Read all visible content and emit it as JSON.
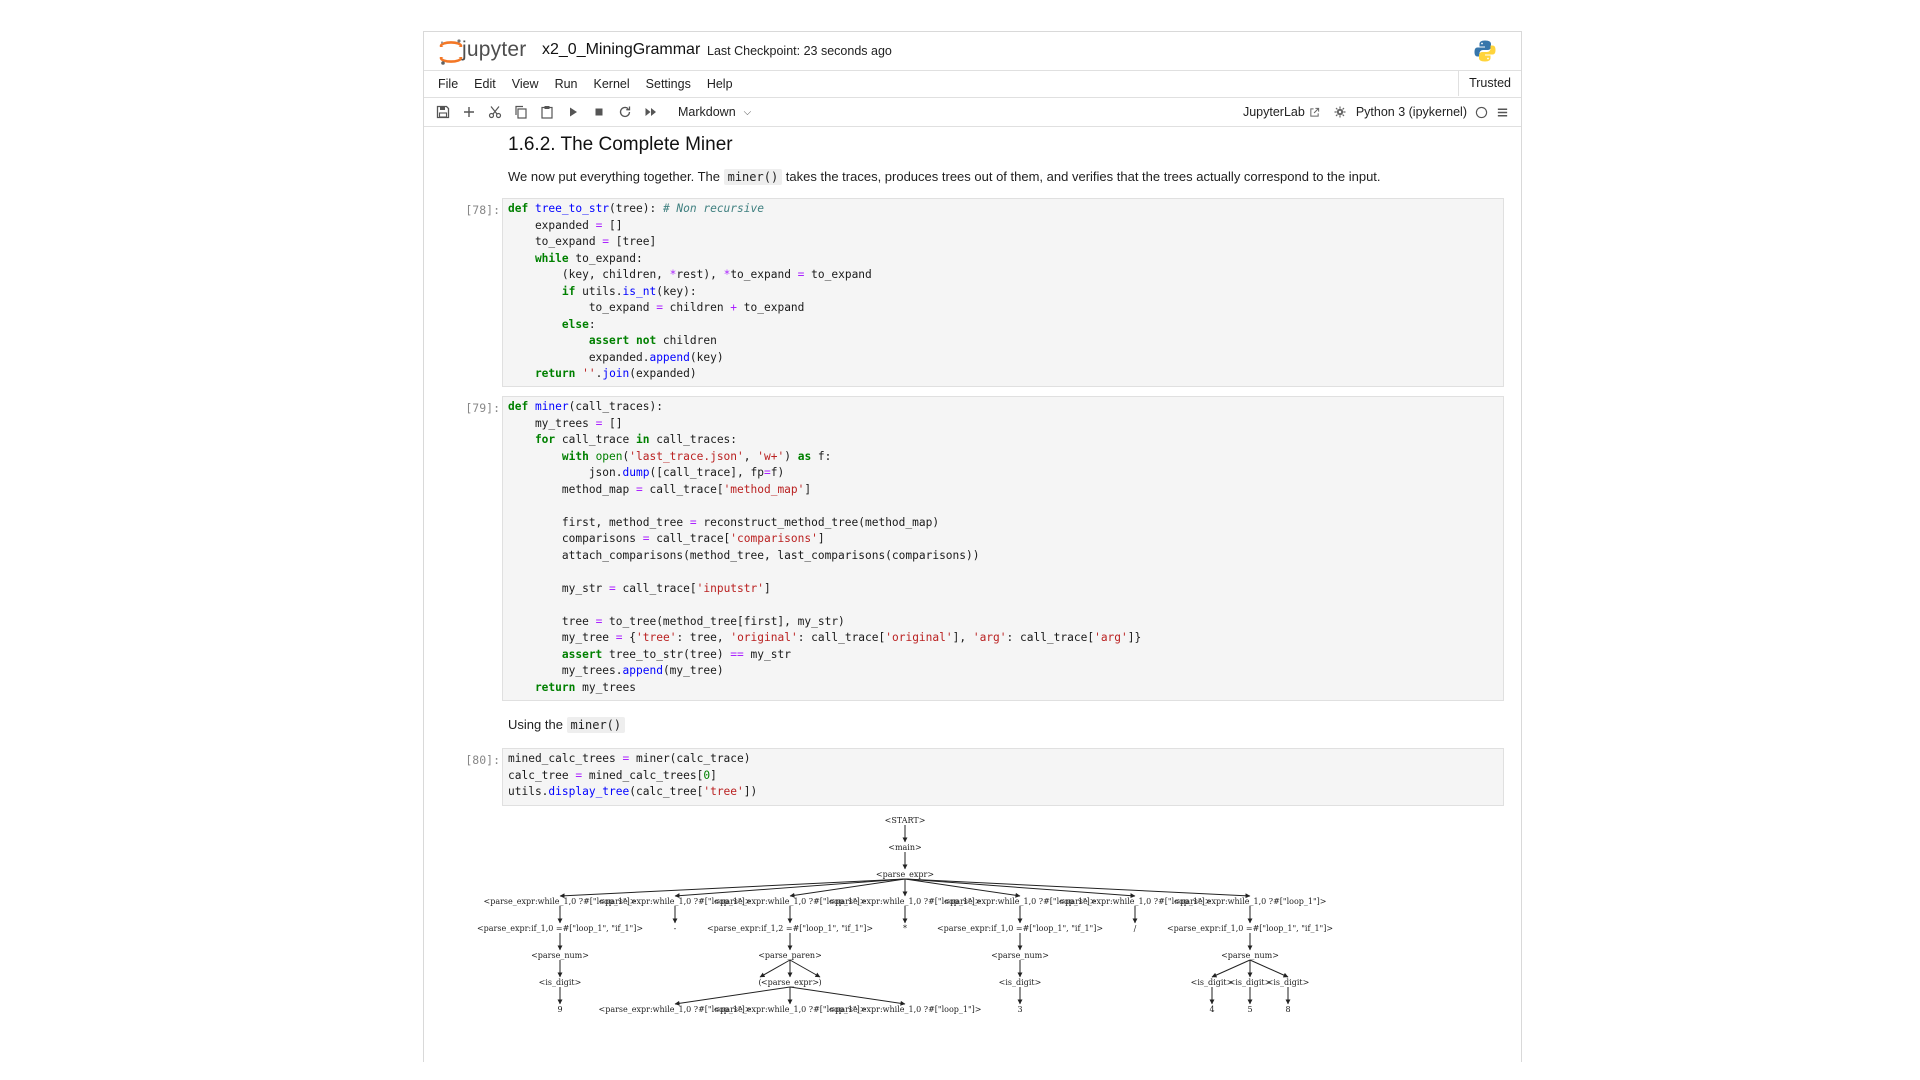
{
  "header": {
    "logo_text": "jupyter",
    "notebook_title": "x2_0_MiningGrammar",
    "checkpoint": "Last Checkpoint: 23 seconds ago"
  },
  "menu": [
    "File",
    "Edit",
    "View",
    "Run",
    "Kernel",
    "Settings",
    "Help"
  ],
  "trusted": "Trusted",
  "toolbar": {
    "cell_type": "Markdown",
    "jupyterlab": "JupyterLab",
    "kernel": "Python 3 (ipykernel)"
  },
  "icons": [
    "save-icon",
    "add-icon",
    "cut-icon",
    "copy-icon",
    "paste-icon",
    "run-icon",
    "stop-icon",
    "restart-icon",
    "fast-forward-icon",
    "external-link-icon",
    "settings-icon",
    "kernel-status-icon",
    "menu-icon"
  ],
  "section_heading": "1.6.2. The Complete Miner",
  "intro": {
    "before": "We now put everything together. The ",
    "code": "miner()",
    "after": " takes the traces, produces trees out of them, and verifies that the trees actually correspond to the input."
  },
  "cells": [
    {
      "prompt": "[78]:",
      "lines": [
        [
          [
            "kw",
            "def "
          ],
          [
            "fn",
            "tree_to_str"
          ],
          [
            "",
            "(tree): "
          ],
          [
            "cm",
            "# Non recursive"
          ]
        ],
        [
          [
            "",
            "    expanded "
          ],
          [
            "op",
            "="
          ],
          [
            "",
            " []"
          ]
        ],
        [
          [
            "",
            "    to_expand "
          ],
          [
            "op",
            "="
          ],
          [
            "",
            " [tree]"
          ]
        ],
        [
          [
            "kw",
            "    while "
          ],
          [
            "",
            "to_expand:"
          ]
        ],
        [
          [
            "",
            "        (key, children, "
          ],
          [
            "op",
            "*"
          ],
          [
            "",
            "rest), "
          ],
          [
            "op",
            "*"
          ],
          [
            "",
            "to_expand "
          ],
          [
            "op",
            "="
          ],
          [
            "",
            " to_expand"
          ]
        ],
        [
          [
            "kw",
            "        if "
          ],
          [
            "",
            "utils."
          ],
          [
            "fn",
            "is_nt"
          ],
          [
            "",
            "(key):"
          ]
        ],
        [
          [
            "",
            "            to_expand "
          ],
          [
            "op",
            "="
          ],
          [
            "",
            " children "
          ],
          [
            "op",
            "+"
          ],
          [
            "",
            " to_expand"
          ]
        ],
        [
          [
            "kw",
            "        else"
          ],
          [
            "",
            ":"
          ]
        ],
        [
          [
            "kw",
            "            assert not "
          ],
          [
            "",
            "children"
          ]
        ],
        [
          [
            "",
            "            expanded."
          ],
          [
            "fn",
            "append"
          ],
          [
            "",
            "(key)"
          ]
        ],
        [
          [
            "kw",
            "    return "
          ],
          [
            "st",
            "''"
          ],
          [
            "",
            "."
          ],
          [
            "fn",
            "join"
          ],
          [
            "",
            "(expanded)"
          ]
        ]
      ]
    },
    {
      "prompt": "[79]:",
      "lines": [
        [
          [
            "kw",
            "def "
          ],
          [
            "fn",
            "miner"
          ],
          [
            "",
            "(call_traces):"
          ]
        ],
        [
          [
            "",
            "    my_trees "
          ],
          [
            "op",
            "="
          ],
          [
            "",
            " []"
          ]
        ],
        [
          [
            "kw",
            "    for "
          ],
          [
            "",
            "call_trace "
          ],
          [
            "kw",
            "in "
          ],
          [
            "",
            "call_traces:"
          ]
        ],
        [
          [
            "kw",
            "        with "
          ],
          [
            "bi",
            "open"
          ],
          [
            "",
            "("
          ],
          [
            "st",
            "'last_trace.json'"
          ],
          [
            "",
            ", "
          ],
          [
            "st",
            "'w+'"
          ],
          [
            "",
            ") "
          ],
          [
            "kw",
            "as "
          ],
          [
            "",
            "f:"
          ]
        ],
        [
          [
            "",
            "            json."
          ],
          [
            "fn",
            "dump"
          ],
          [
            "",
            "([call_trace], fp"
          ],
          [
            "op",
            "="
          ],
          [
            "",
            "f)"
          ]
        ],
        [
          [
            "",
            "        method_map "
          ],
          [
            "op",
            "="
          ],
          [
            "",
            " call_trace["
          ],
          [
            "st",
            "'method_map'"
          ],
          [
            "",
            "]"
          ]
        ],
        [
          [
            "",
            ""
          ]
        ],
        [
          [
            "",
            "        first, method_tree "
          ],
          [
            "op",
            "="
          ],
          [
            "",
            " reconstruct_method_tree(method_map)"
          ]
        ],
        [
          [
            "",
            "        comparisons "
          ],
          [
            "op",
            "="
          ],
          [
            "",
            " call_trace["
          ],
          [
            "st",
            "'comparisons'"
          ],
          [
            "",
            "]"
          ]
        ],
        [
          [
            "",
            "        attach_comparisons(method_tree, last_comparisons(comparisons))"
          ]
        ],
        [
          [
            "",
            ""
          ]
        ],
        [
          [
            "",
            "        my_str "
          ],
          [
            "op",
            "="
          ],
          [
            "",
            " call_trace["
          ],
          [
            "st",
            "'inputstr'"
          ],
          [
            "",
            "]"
          ]
        ],
        [
          [
            "",
            ""
          ]
        ],
        [
          [
            "",
            "        tree "
          ],
          [
            "op",
            "="
          ],
          [
            "",
            " to_tree(method_tree[first], my_str)"
          ]
        ],
        [
          [
            "",
            "        my_tree "
          ],
          [
            "op",
            "="
          ],
          [
            "",
            " {"
          ],
          [
            "st",
            "'tree'"
          ],
          [
            "",
            ": tree, "
          ],
          [
            "st",
            "'original'"
          ],
          [
            "",
            ": call_trace["
          ],
          [
            "st",
            "'original'"
          ],
          [
            "",
            "], "
          ],
          [
            "st",
            "'arg'"
          ],
          [
            "",
            ": call_trace["
          ],
          [
            "st",
            "'arg'"
          ],
          [
            "",
            "]}"
          ]
        ],
        [
          [
            "kw",
            "        assert "
          ],
          [
            "",
            "tree_to_str(tree) "
          ],
          [
            "op",
            "=="
          ],
          [
            "",
            " my_str"
          ]
        ],
        [
          [
            "",
            "        my_trees."
          ],
          [
            "fn",
            "append"
          ],
          [
            "",
            "(my_tree)"
          ]
        ],
        [
          [
            "kw",
            "    return "
          ],
          [
            "",
            "my_trees"
          ]
        ]
      ]
    },
    {
      "prompt": "[80]:",
      "lines": [
        [
          [
            "",
            "mined_calc_trees "
          ],
          [
            "op",
            "="
          ],
          [
            "",
            " miner(calc_trace)"
          ]
        ],
        [
          [
            "",
            "calc_tree "
          ],
          [
            "op",
            "="
          ],
          [
            "",
            " mined_calc_trees["
          ],
          [
            "bi",
            "0"
          ],
          [
            "",
            "]"
          ]
        ],
        [
          [
            "",
            "utils."
          ],
          [
            "fn",
            "display_tree"
          ],
          [
            "",
            "(calc_tree["
          ],
          [
            "st",
            "'tree'"
          ],
          [
            "",
            "])"
          ]
        ]
      ]
    }
  ],
  "using_text": {
    "before": "Using the ",
    "code": "miner()"
  },
  "tree": {
    "nodes": [
      {
        "id": "start",
        "label": "<START>"
      },
      {
        "id": "main",
        "label": "<main>"
      },
      {
        "id": "pe",
        "label": "<parse_expr>"
      },
      {
        "id": "w1",
        "label": "<parse_expr:while_1,0 ?#[\"loop_1\"]>"
      },
      {
        "id": "w2",
        "label": "<parse_expr:while_1,0 ?#[\"loop_1\"]>"
      },
      {
        "id": "w3",
        "label": "<parse_expr:while_1,0 ?#[\"loop_1\"]>"
      },
      {
        "id": "w4",
        "label": "<parse_expr:while_1,0 ?#[\"loop_1\"]>"
      },
      {
        "id": "w5",
        "label": "<parse_expr:while_1,0 ?#[\"loop_1\"]>"
      },
      {
        "id": "w6",
        "label": "<parse_expr:while_1,0 ?#[\"loop_1\"]>"
      },
      {
        "id": "w7",
        "label": "<parse_expr:while_1,0 ?#[\"loop_1\"]>"
      },
      {
        "id": "if1",
        "label": "<parse_expr:if_1,0 =#[\"loop_1\", \"if_1\"]>"
      },
      {
        "id": "minus",
        "label": "-"
      },
      {
        "id": "if3",
        "label": "<parse_expr:if_1,2 =#[\"loop_1\", \"if_1\"]>"
      },
      {
        "id": "star",
        "label": "*"
      },
      {
        "id": "if5",
        "label": "<parse_expr:if_1,0 =#[\"loop_1\", \"if_1\"]>"
      },
      {
        "id": "slash",
        "label": "/"
      },
      {
        "id": "if7",
        "label": "<parse_expr:if_1,0 =#[\"loop_1\", \"if_1\"]>"
      },
      {
        "id": "num1",
        "label": "<parse_num>"
      },
      {
        "id": "paren",
        "label": "<parse_paren>"
      },
      {
        "id": "num5",
        "label": "<parse_num>"
      },
      {
        "id": "num7",
        "label": "<parse_num>"
      },
      {
        "id": "dig1",
        "label": "<is_digit>"
      },
      {
        "id": "lp",
        "label": "("
      },
      {
        "id": "pe2",
        "label": "<parse_expr>"
      },
      {
        "id": "rp",
        "label": ")"
      },
      {
        "id": "dig5",
        "label": "<is_digit>"
      },
      {
        "id": "dig7a",
        "label": "<is_digit>"
      },
      {
        "id": "dig7b",
        "label": "<is_digit>"
      },
      {
        "id": "dig7c",
        "label": "<is_digit>"
      },
      {
        "id": "n9",
        "label": "9"
      },
      {
        "id": "sw1",
        "label": "<parse_expr:while_1,0 ?#[\"loop_1\"]>"
      },
      {
        "id": "sw2",
        "label": "<parse_expr:while_1,0 ?#[\"loop_1\"]>"
      },
      {
        "id": "sw3",
        "label": "<parse_expr:while_1,0 ?#[\"loop_1\"]>"
      },
      {
        "id": "n3",
        "label": "3"
      },
      {
        "id": "n4",
        "label": "4"
      },
      {
        "id": "n5",
        "label": "5"
      },
      {
        "id": "n8",
        "label": "8"
      }
    ],
    "edges": [
      [
        "start",
        "main"
      ],
      [
        "main",
        "pe"
      ],
      [
        "pe",
        "w1"
      ],
      [
        "pe",
        "w2"
      ],
      [
        "pe",
        "w3"
      ],
      [
        "pe",
        "w4"
      ],
      [
        "pe",
        "w5"
      ],
      [
        "pe",
        "w6"
      ],
      [
        "pe",
        "w7"
      ],
      [
        "w1",
        "if1"
      ],
      [
        "w2",
        "minus"
      ],
      [
        "w3",
        "if3"
      ],
      [
        "w4",
        "star"
      ],
      [
        "w5",
        "if5"
      ],
      [
        "w6",
        "slash"
      ],
      [
        "w7",
        "if7"
      ],
      [
        "if1",
        "num1"
      ],
      [
        "if3",
        "paren"
      ],
      [
        "if5",
        "num5"
      ],
      [
        "if7",
        "num7"
      ],
      [
        "num1",
        "dig1"
      ],
      [
        "paren",
        "lp"
      ],
      [
        "paren",
        "pe2"
      ],
      [
        "paren",
        "rp"
      ],
      [
        "num5",
        "dig5"
      ],
      [
        "num7",
        "dig7a"
      ],
      [
        "num7",
        "dig7b"
      ],
      [
        "num7",
        "dig7c"
      ],
      [
        "dig1",
        "n9"
      ],
      [
        "pe2",
        "sw1"
      ],
      [
        "pe2",
        "sw2"
      ],
      [
        "pe2",
        "sw3"
      ],
      [
        "dig5",
        "n3"
      ],
      [
        "dig7a",
        "n4"
      ],
      [
        "dig7b",
        "n5"
      ],
      [
        "dig7c",
        "n8"
      ]
    ]
  }
}
